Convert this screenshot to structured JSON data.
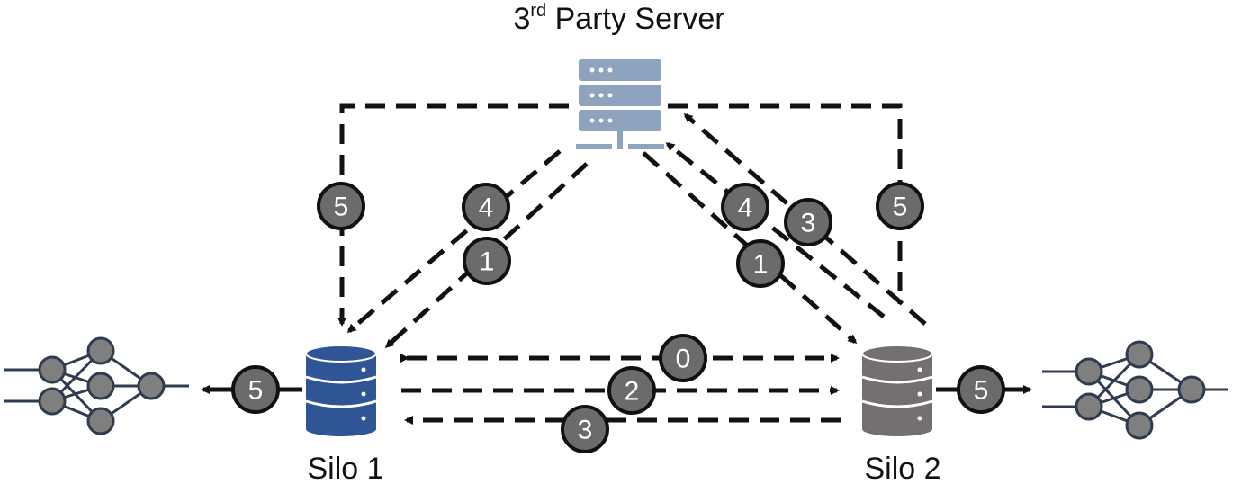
{
  "server": {
    "label_main": "3",
    "label_sup": "rd",
    "label_rest": " Party Server",
    "color": "#8EA3BE"
  },
  "silo1": {
    "label": "Silo 1",
    "color": "#2F5597"
  },
  "silo2": {
    "label": "Silo 2",
    "color": "#757070"
  },
  "steps": {
    "s0": "0",
    "s1_left": "1",
    "s1_right": "1",
    "s2": "2",
    "s3_bottom": "3",
    "s3_right": "3",
    "s4_left": "4",
    "s4_right": "4",
    "s5_top_left": "5",
    "s5_top_right": "5",
    "s5_model_left": "5",
    "s5_model_right": "5"
  },
  "colors": {
    "badge_fill": "#6b6b6b",
    "node_fill": "#7f7f7f",
    "line": "#111111"
  }
}
